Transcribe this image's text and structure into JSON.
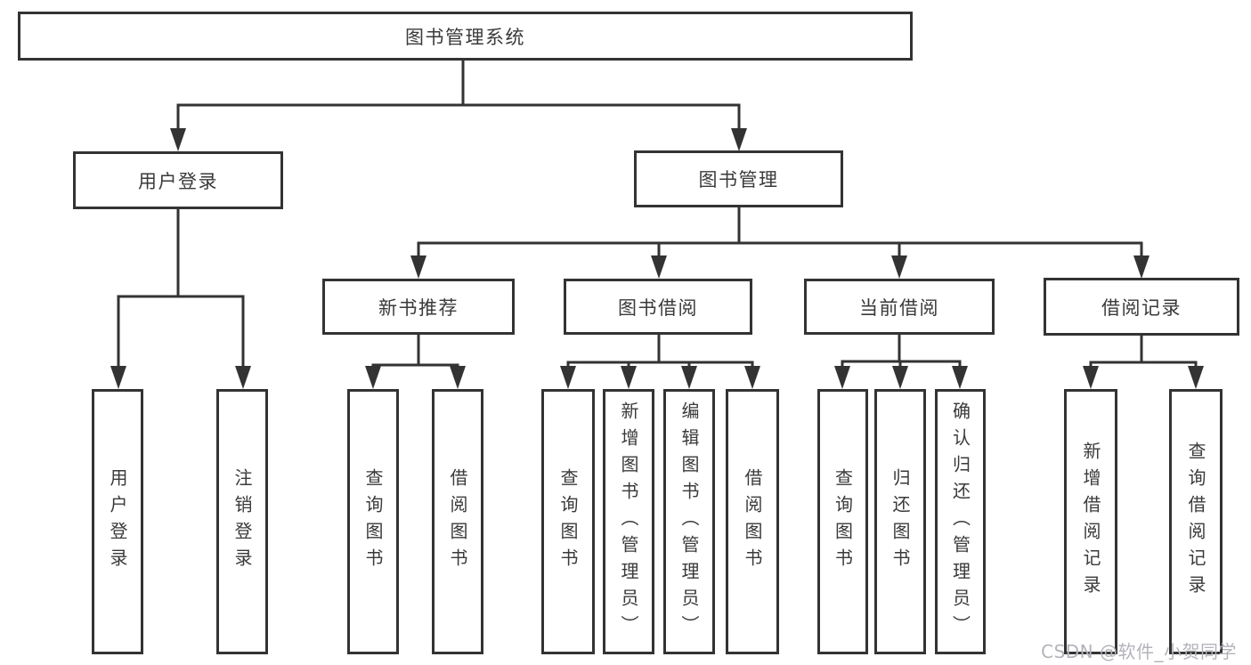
{
  "diagram_title": "图书管理系统",
  "tree": {
    "label": "图书管理系统",
    "children": [
      {
        "label": "用户登录",
        "children": [
          {
            "label": "用户登录"
          },
          {
            "label": "注销登录"
          }
        ]
      },
      {
        "label": "图书管理",
        "children": [
          {
            "label": "新书推荐",
            "children": [
              {
                "label": "查询图书"
              },
              {
                "label": "借阅图书"
              }
            ]
          },
          {
            "label": "图书借阅",
            "children": [
              {
                "label": "查询图书"
              },
              {
                "label": "新增图书（管理员）"
              },
              {
                "label": "编辑图书（管理员）"
              },
              {
                "label": "借阅图书"
              }
            ]
          },
          {
            "label": "当前借阅",
            "children": [
              {
                "label": "查询图书"
              },
              {
                "label": "归还图书"
              },
              {
                "label": "确认归还（管理员）"
              }
            ]
          },
          {
            "label": "借阅记录",
            "children": [
              {
                "label": "新增借阅记录"
              },
              {
                "label": "查询借阅记录"
              }
            ]
          }
        ]
      }
    ]
  },
  "watermark": {
    "text": "CSDN @软件_小贺同学"
  },
  "colors": {
    "line": "#333333",
    "text": "#3a3a3a",
    "watermark": "#b3b3bb",
    "background": "#ffffff"
  }
}
